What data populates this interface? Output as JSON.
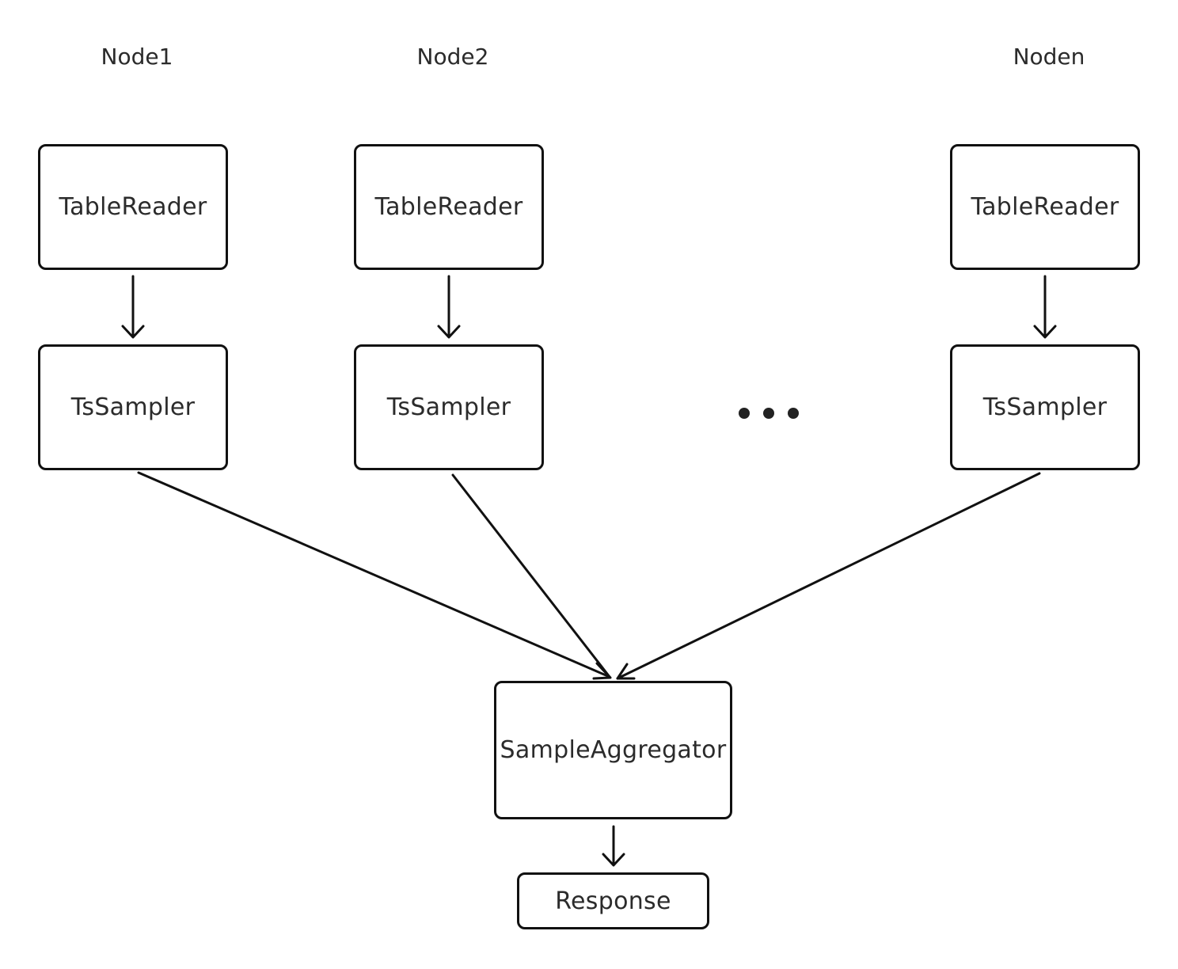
{
  "nodes": [
    {
      "title": "Node1",
      "reader": "TableReader",
      "sampler": "TsSampler"
    },
    {
      "title": "Node2",
      "reader": "TableReader",
      "sampler": "TsSampler"
    },
    {
      "title": "Noden",
      "reader": "TableReader",
      "sampler": "TsSampler"
    }
  ],
  "aggregator": {
    "label": "SampleAggregator"
  },
  "response": {
    "label": "Response"
  },
  "colors": {
    "stroke": "#111111",
    "text": "#2b2b2b",
    "background": "#ffffff"
  }
}
